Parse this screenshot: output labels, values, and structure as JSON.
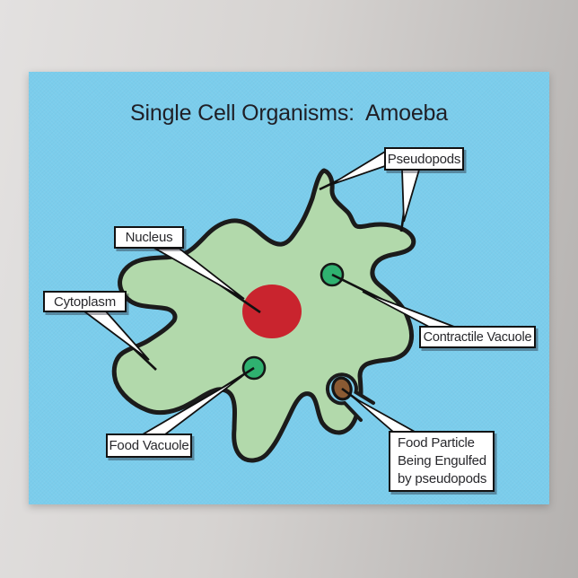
{
  "poster": {
    "title": "Single Cell Organisms:  Amoeba",
    "background_color": "#7bcdec"
  },
  "diagram": {
    "labels": {
      "pseudopods": "Pseudopods",
      "nucleus": "Nucleus",
      "cytoplasm": "Cytoplasm",
      "contractile_vacuole": "Contractile Vacuole",
      "food_vacuole": "Food Vacuole",
      "food_particle": [
        "Food Particle",
        "Being Engulfed",
        "by pseudopods"
      ]
    },
    "colors": {
      "water": "#7bcdec",
      "cell_body": "#b2d9ab",
      "outline": "#1b1b1b",
      "nucleus": "#c9242e",
      "vacuole": "#2fb170",
      "food_particle": "#8a5a33"
    }
  }
}
